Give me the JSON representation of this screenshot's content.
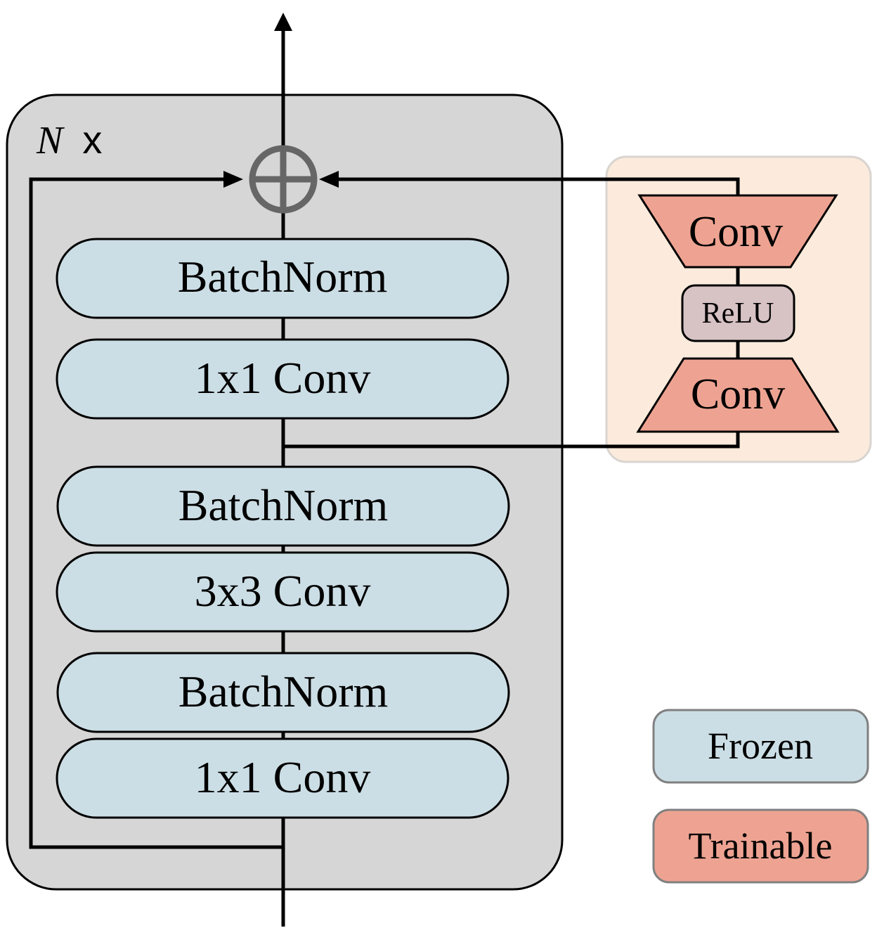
{
  "repeat_label": {
    "n": "N",
    "x": "x"
  },
  "backbone_layers": [
    "BatchNorm",
    "1x1 Conv",
    "BatchNorm",
    "3x3 Conv",
    "BatchNorm",
    "1x1 Conv"
  ],
  "adapter": {
    "top_conv": "Conv",
    "activation": "ReLU",
    "bottom_conv": "Conv"
  },
  "legend": {
    "frozen": "Frozen",
    "trainable": "Trainable"
  },
  "colors": {
    "block_bg": "#d6d6d6",
    "frozen_fill": "#ccdee5",
    "trainable_fill": "#eea392",
    "relu_fill": "#d7c2c4",
    "adapter_bg": "#fcebdc",
    "sum_node": "#666666"
  }
}
